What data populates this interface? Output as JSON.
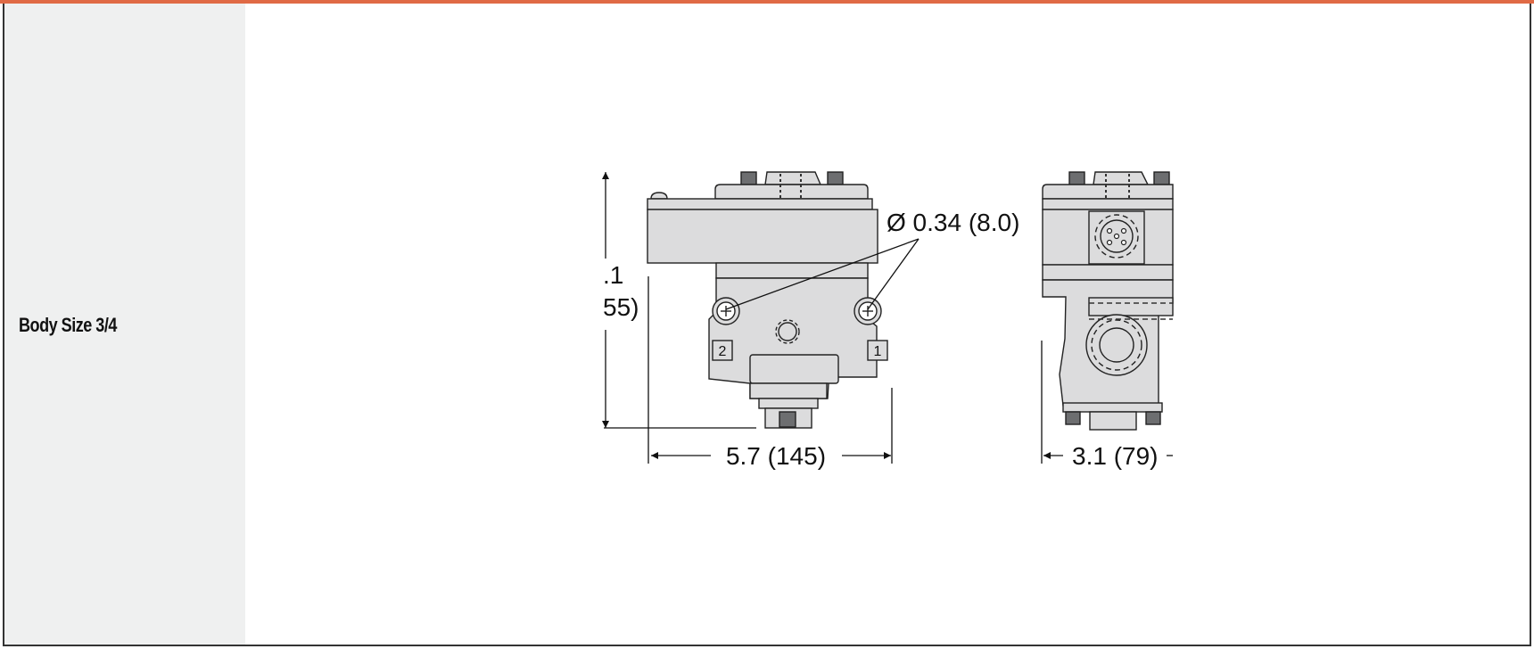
{
  "header": {
    "accent_color": "#e06a45"
  },
  "row": {
    "label": "Body Size 3/4",
    "label_bg": "#eff0f0"
  },
  "drawing": {
    "type": "dimension-drawing",
    "views": [
      "front-view",
      "side-view"
    ],
    "dimensions": {
      "height_partial_top": ".1",
      "height_partial_bottom": "55)",
      "hole_callout": "Ø 0.34 (8.0)",
      "width_front": "5.7 (145)",
      "width_side": "3.1 (79)"
    },
    "port_labels": {
      "port_left": "2",
      "port_right": "1"
    },
    "part_fill": "#dcdcdd",
    "dark_fill": "#6d6e70"
  }
}
